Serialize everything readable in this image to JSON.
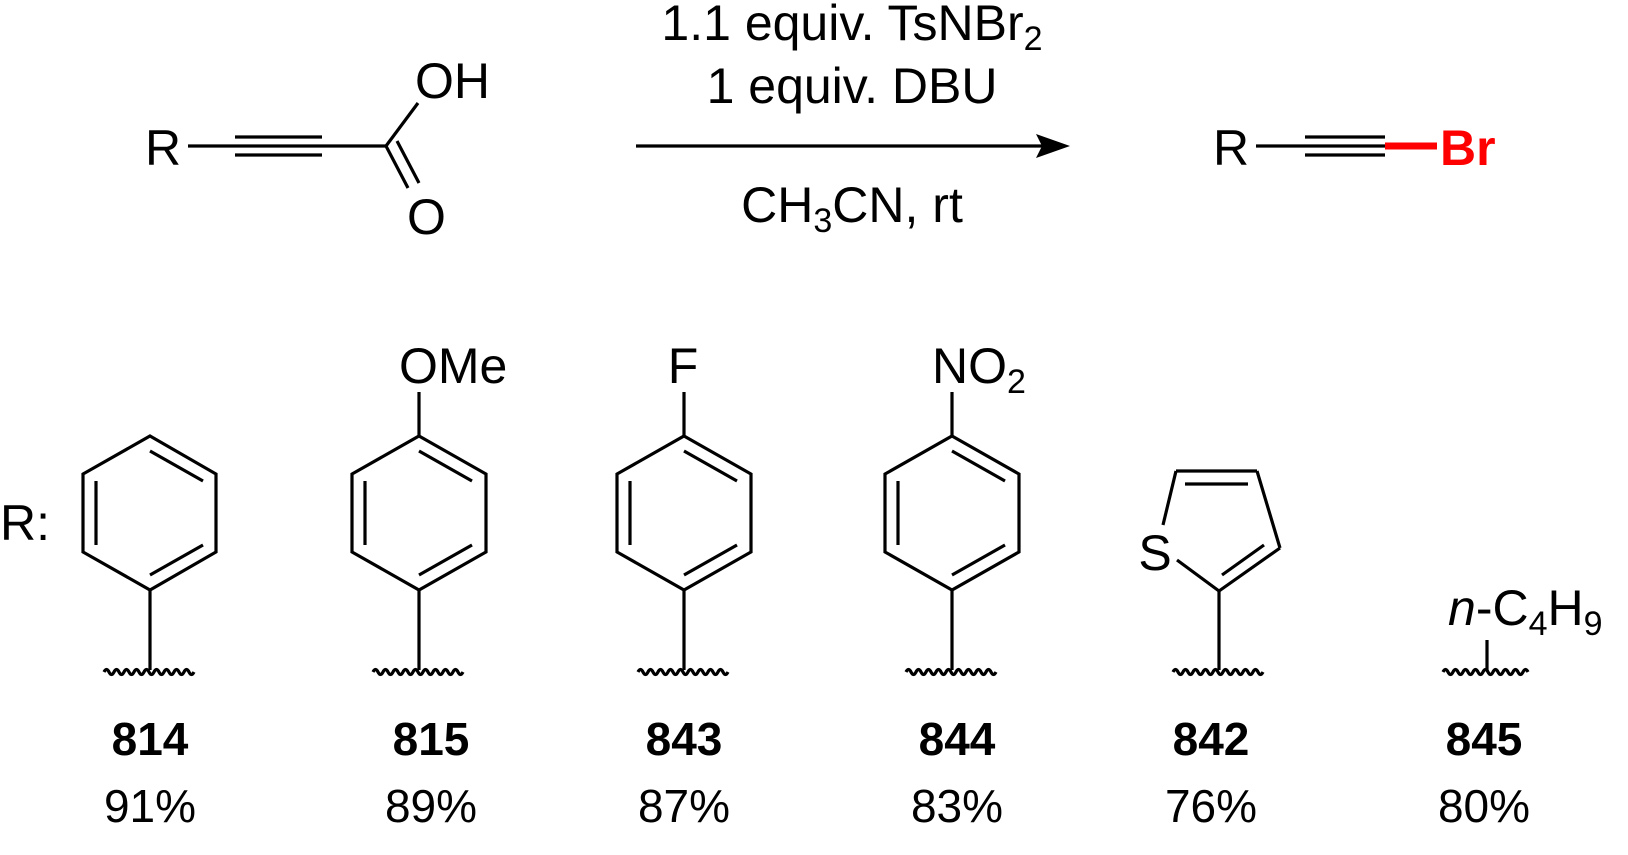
{
  "reaction": {
    "reactant": {
      "r_label": "R",
      "oh_label": "OH",
      "o_label": "O"
    },
    "conditions": {
      "reagent1_prefix": "1.1 equiv. TsNBr",
      "reagent1_sub": "2",
      "reagent2": "1 equiv. DBU",
      "solvent_a": "CH",
      "solvent_sub": "3",
      "solvent_b": "CN, rt"
    },
    "product": {
      "r_label": "R",
      "br_label": "Br",
      "br_color": "#ff0000"
    }
  },
  "substituents": {
    "r_heading": "R:",
    "entries": [
      {
        "group": "phenyl",
        "compound": "814",
        "yield": "91%"
      },
      {
        "group": "4-methoxyphenyl",
        "label": "OMe",
        "compound": "815",
        "yield": "89%"
      },
      {
        "group": "4-fluorophenyl",
        "label": "F",
        "compound": "843",
        "yield": "87%"
      },
      {
        "group": "4-nitrophenyl",
        "label": "NO",
        "label_sub": "2",
        "compound": "844",
        "yield": "83%"
      },
      {
        "group": "2-thienyl",
        "label": "S",
        "compound": "842",
        "yield": "76%"
      },
      {
        "group": "n-butyl",
        "label_italic": "n",
        "label": "-C",
        "label_sub": "4",
        "label_tail": "H",
        "label_tail_sub": "9",
        "compound": "845",
        "yield": "80%"
      }
    ]
  }
}
